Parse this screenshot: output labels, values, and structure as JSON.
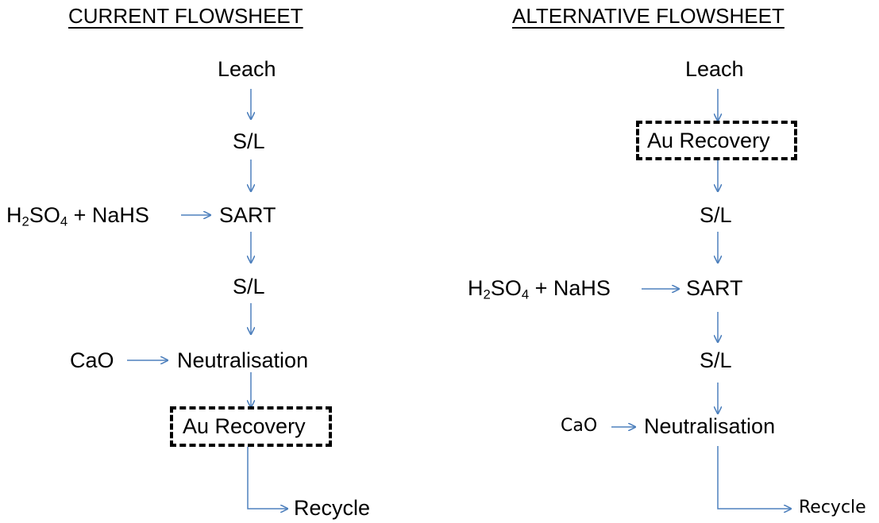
{
  "colors": {
    "arrow": "#4f81bd",
    "text": "#000000",
    "box_border": "#000000"
  },
  "current": {
    "title": "CURRENT FLOWSHEET",
    "leach": "Leach",
    "sl1": "S/L",
    "reagent": {
      "h": "H",
      "h_sub": "2",
      "so": "SO",
      "so_sub": "4",
      "rest": " + NaHS"
    },
    "sart": "SART",
    "sl2": "S/L",
    "cao": "CaO",
    "neutralisation": "Neutralisation",
    "au_recovery": "Au Recovery",
    "recycle": "Recycle"
  },
  "alternative": {
    "title": "ALTERNATIVE FLOWSHEET",
    "leach": "Leach",
    "au_recovery": "Au Recovery",
    "sl1": "S/L",
    "reagent": {
      "h": "H",
      "h_sub": "2",
      "so": "SO",
      "so_sub": "4",
      "rest": " + NaHS"
    },
    "sart": "SART",
    "sl2": "S/L",
    "cao": "CaO",
    "neutralisation": "Neutralisation",
    "recycle": "Recycle"
  }
}
